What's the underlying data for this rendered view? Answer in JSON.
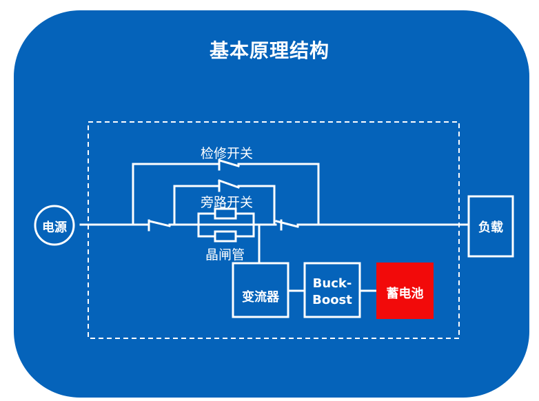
{
  "diagram": {
    "title": "基本原理结构",
    "nodes": {
      "power_source": "电源",
      "load": "负载",
      "maintenance_switch": "检修开关",
      "bypass_switch": "旁路开关",
      "thyristor": "晶闸管",
      "converter": "变流器",
      "buck_boost_line1": "Buck-",
      "buck_boost_line2": "Boost",
      "battery": "蓄电池"
    },
    "colors": {
      "background": "#0563BA",
      "line": "#ffffff",
      "battery": "#F20A0A"
    }
  }
}
